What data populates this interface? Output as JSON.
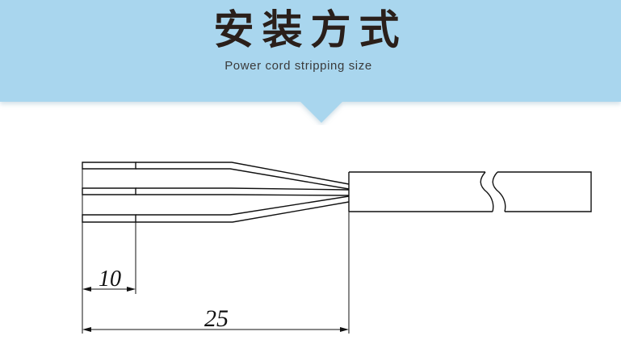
{
  "header": {
    "title": "安装方式",
    "subtitle": "Power cord stripping size",
    "background_color": "#a9d6ee"
  },
  "drawing": {
    "dimensions": {
      "short": "10",
      "long": "25"
    }
  }
}
